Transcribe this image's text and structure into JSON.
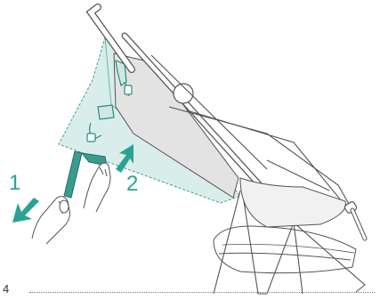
{
  "steps": [
    {
      "number": "1"
    },
    {
      "number": "2"
    }
  ],
  "page_number": "4",
  "colors": {
    "accent": "#2aa394",
    "canopy_fill": "#d9eeea",
    "seat_fill": "#e6e6e6",
    "line": "#555555"
  },
  "icons": [
    "arrow-down-left-icon",
    "arrow-up-right-icon",
    "hand-icon"
  ]
}
